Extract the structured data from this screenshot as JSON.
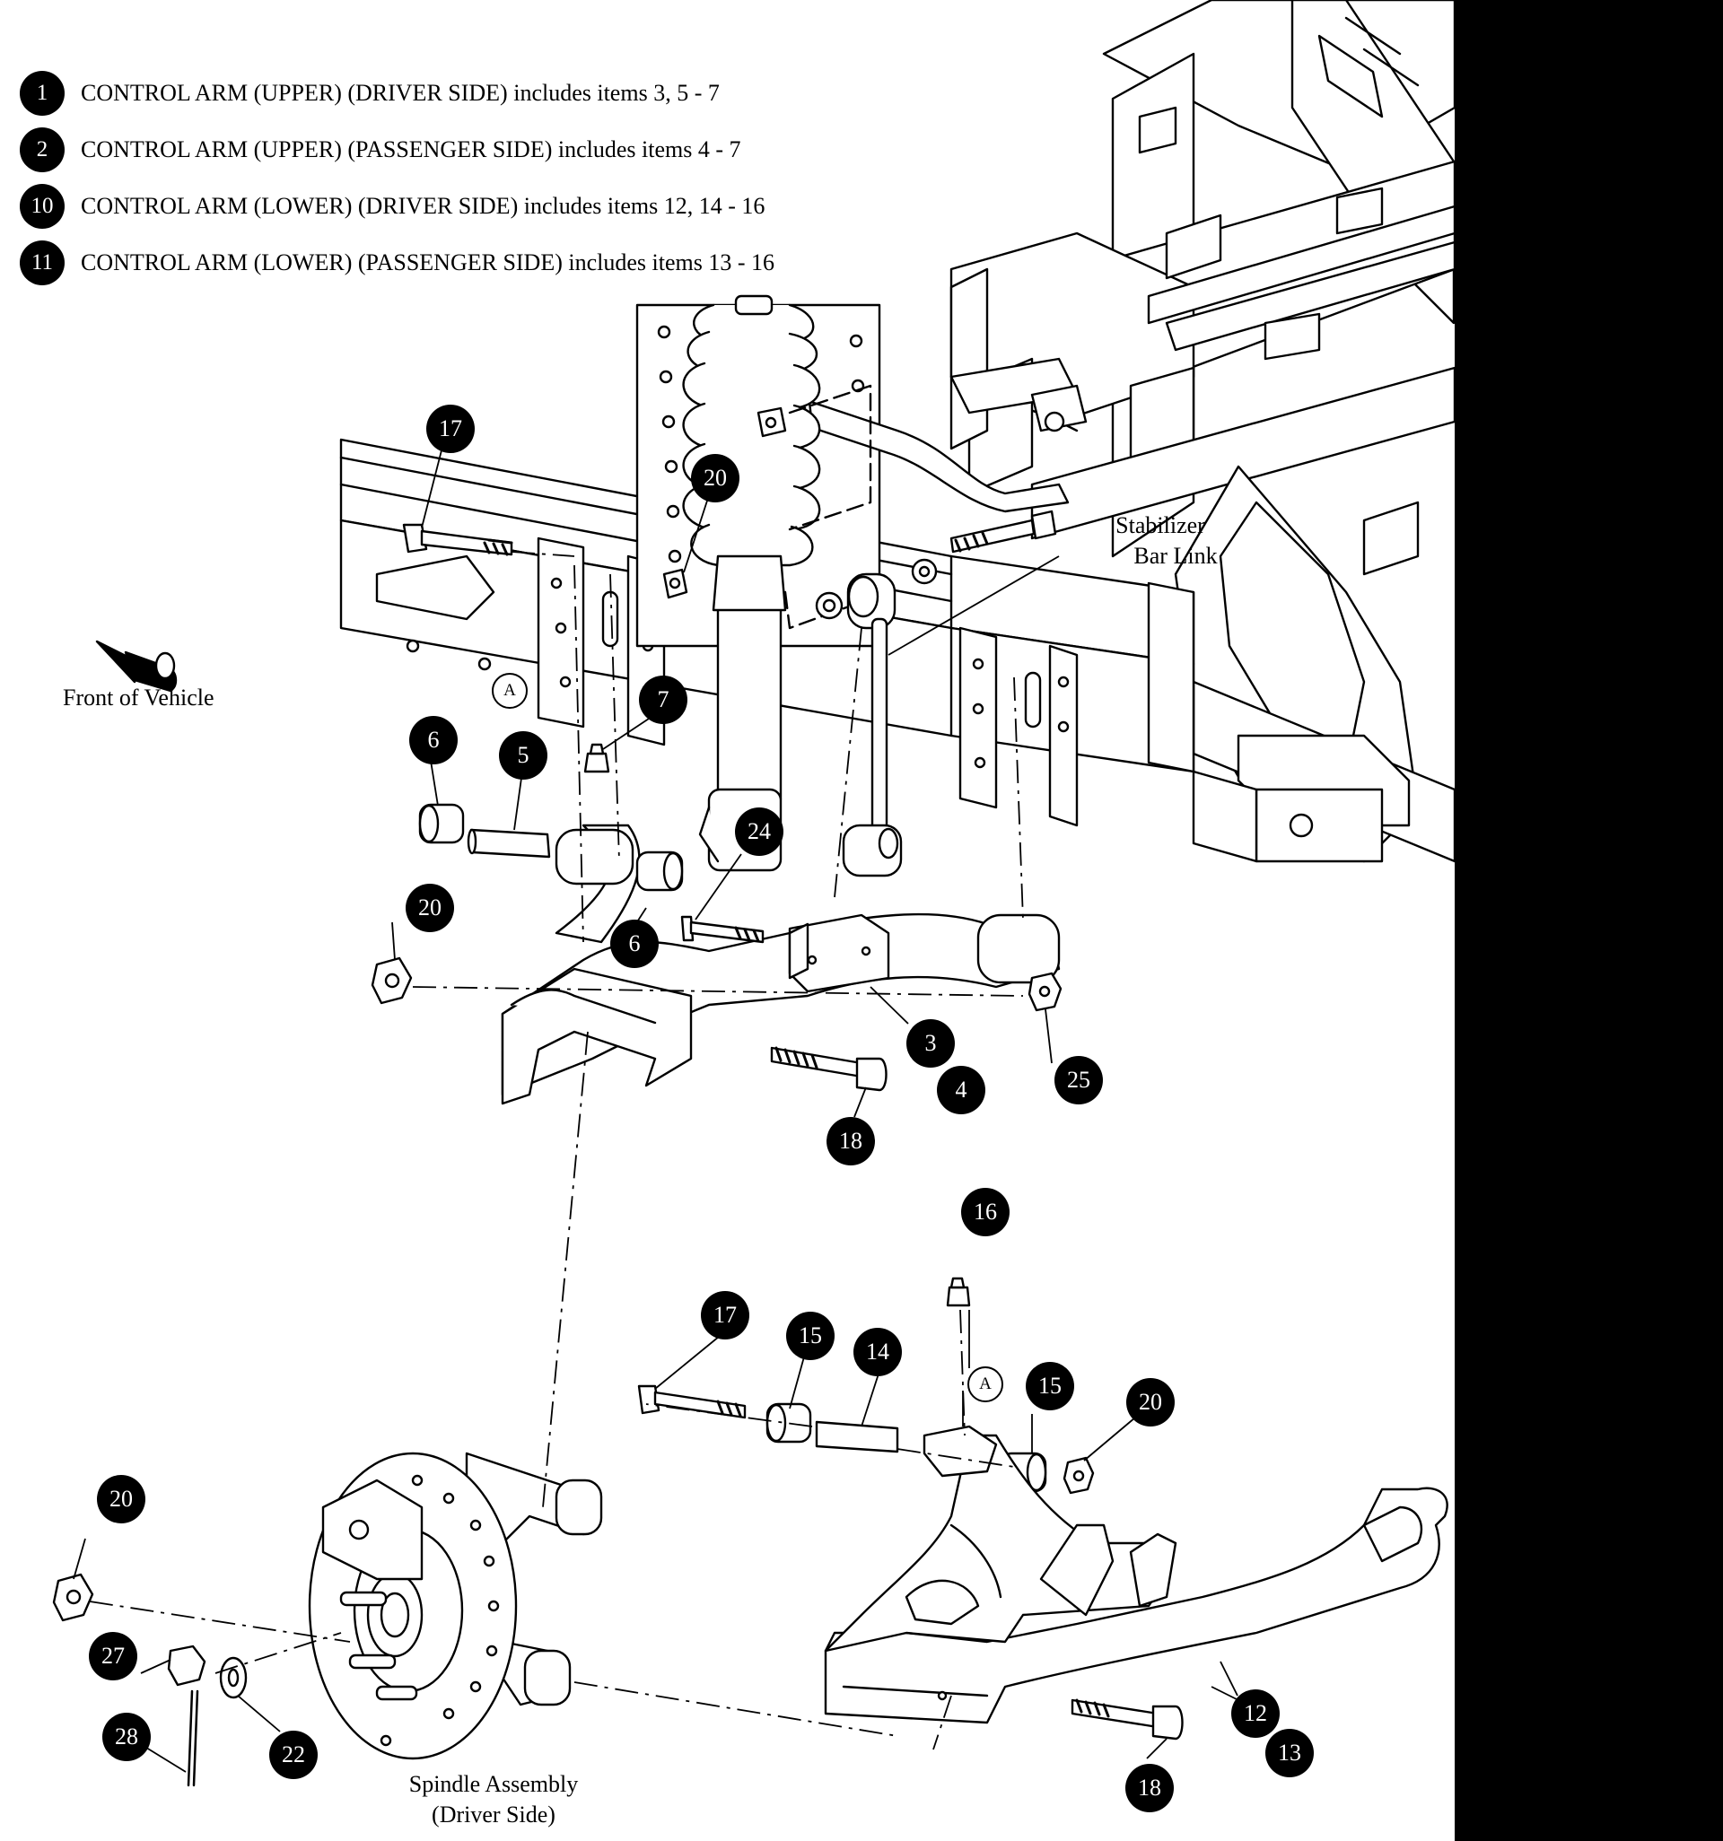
{
  "legend": [
    {
      "number": "1",
      "text": "CONTROL ARM (UPPER) (DRIVER SIDE) includes items 3, 5 - 7"
    },
    {
      "number": "2",
      "text": "CONTROL ARM (UPPER) (PASSENGER SIDE) includes items 4 - 7"
    },
    {
      "number": "10",
      "text": "CONTROL ARM (LOWER) (DRIVER SIDE) includes items 12, 14 - 16"
    },
    {
      "number": "11",
      "text": "CONTROL ARM (LOWER) (PASSENGER SIDE) includes items 13 - 16"
    }
  ],
  "callouts": {
    "c17_top": "17",
    "c20_top": "20",
    "c7": "7",
    "c6_left": "6",
    "c5": "5",
    "c24": "24",
    "c6_mid": "6",
    "c20_mid": "20",
    "c3": "3",
    "c4": "4",
    "c25": "25",
    "c18_top": "18",
    "c16": "16",
    "c17_low": "17",
    "c15_left": "15",
    "c14": "14",
    "c15_right": "15",
    "c20_right": "20",
    "c20_low": "20",
    "c27": "27",
    "c28": "28",
    "c22": "22",
    "c12": "12",
    "c13": "13",
    "c18_low": "18"
  },
  "refs": {
    "a_top": "A",
    "a_low": "A"
  },
  "labels": {
    "stabilizer_line1": "Stabilizer",
    "stabilizer_line2": "Bar Link",
    "front_of_vehicle": "Front of Vehicle",
    "spindle_line1": "Spindle Assembly",
    "spindle_line2": "(Driver Side)"
  }
}
